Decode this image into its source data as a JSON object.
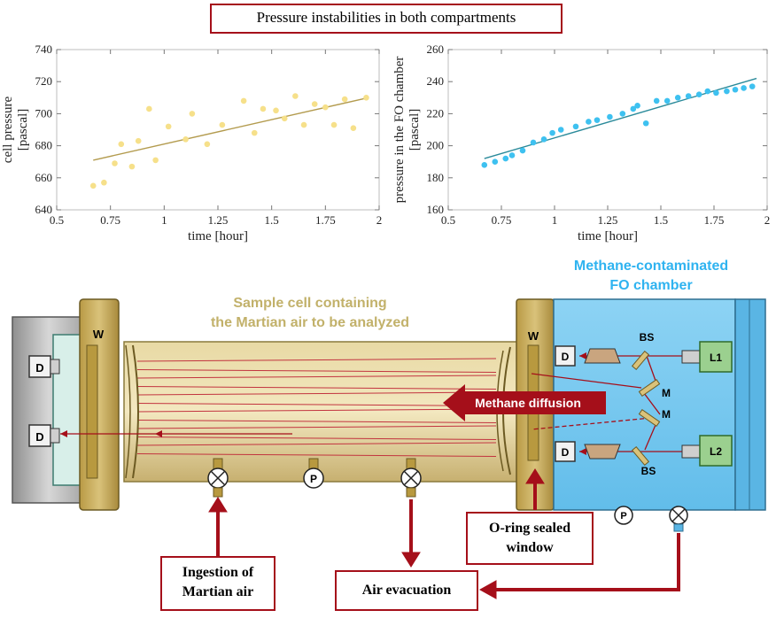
{
  "header": {
    "title": "Pressure instabilities in both compartments"
  },
  "charts": [
    {
      "type": "scatter",
      "ylabel_line1": "cell pressure",
      "ylabel_line2": "[pascal]",
      "xlabel": "time [hour]",
      "xlim": [
        0.5,
        2
      ],
      "ylim": [
        640,
        740
      ],
      "xticks": [
        0.5,
        0.75,
        1,
        1.25,
        1.5,
        1.75,
        2
      ],
      "xtick_labels": [
        "0.5",
        "0.75",
        "1",
        "1.25",
        "1.5",
        "1.75",
        "2"
      ],
      "yticks": [
        640,
        660,
        680,
        700,
        720,
        740
      ],
      "ytick_labels": [
        "640",
        "660",
        "680",
        "700",
        "720",
        "740"
      ],
      "point_color": "#f6e08a",
      "line_color": "#b39b4e",
      "fit": [
        [
          0.67,
          671
        ],
        [
          1.95,
          710
        ]
      ],
      "points": [
        [
          0.67,
          655
        ],
        [
          0.72,
          657
        ],
        [
          0.77,
          669
        ],
        [
          0.8,
          681
        ],
        [
          0.85,
          667
        ],
        [
          0.88,
          683
        ],
        [
          0.93,
          703
        ],
        [
          0.96,
          671
        ],
        [
          1.02,
          692
        ],
        [
          1.1,
          684
        ],
        [
          1.13,
          700
        ],
        [
          1.2,
          681
        ],
        [
          1.27,
          693
        ],
        [
          1.37,
          708
        ],
        [
          1.42,
          688
        ],
        [
          1.46,
          703
        ],
        [
          1.52,
          702
        ],
        [
          1.56,
          697
        ],
        [
          1.61,
          711
        ],
        [
          1.65,
          693
        ],
        [
          1.7,
          706
        ],
        [
          1.75,
          704
        ],
        [
          1.79,
          693
        ],
        [
          1.84,
          709
        ],
        [
          1.88,
          691
        ],
        [
          1.94,
          710
        ]
      ]
    },
    {
      "type": "scatter",
      "ylabel_line1": "pressure in the FO chamber",
      "ylabel_line2": "[pascal]",
      "xlabel": "time [hour]",
      "xlim": [
        0.5,
        2
      ],
      "ylim": [
        160,
        260
      ],
      "xticks": [
        0.5,
        0.75,
        1,
        1.25,
        1.5,
        1.75,
        2
      ],
      "xtick_labels": [
        "0.5",
        "0.75",
        "1",
        "1.25",
        "1.5",
        "1.75",
        "2"
      ],
      "yticks": [
        160,
        180,
        200,
        220,
        240,
        260
      ],
      "ytick_labels": [
        "160",
        "180",
        "200",
        "220",
        "240",
        "260"
      ],
      "point_color": "#3ec1f0",
      "line_color": "#2a8a9a",
      "fit": [
        [
          0.67,
          192
        ],
        [
          1.95,
          242
        ]
      ],
      "points": [
        [
          0.67,
          188
        ],
        [
          0.72,
          190
        ],
        [
          0.77,
          192
        ],
        [
          0.8,
          194
        ],
        [
          0.85,
          197
        ],
        [
          0.9,
          202
        ],
        [
          0.95,
          204
        ],
        [
          0.99,
          208
        ],
        [
          1.03,
          210
        ],
        [
          1.1,
          212
        ],
        [
          1.16,
          215
        ],
        [
          1.2,
          216
        ],
        [
          1.26,
          218
        ],
        [
          1.32,
          220
        ],
        [
          1.37,
          223
        ],
        [
          1.39,
          225
        ],
        [
          1.43,
          214
        ],
        [
          1.48,
          228
        ],
        [
          1.53,
          228
        ],
        [
          1.58,
          230
        ],
        [
          1.63,
          231
        ],
        [
          1.68,
          232
        ],
        [
          1.72,
          234
        ],
        [
          1.76,
          233
        ],
        [
          1.81,
          234
        ],
        [
          1.85,
          235
        ],
        [
          1.89,
          236
        ],
        [
          1.93,
          237
        ]
      ]
    }
  ],
  "diagram": {
    "sample_cell_title_line1": "Sample cell containing",
    "sample_cell_title_line2": "the Martian air to be analyzed",
    "fo_chamber_title_line1": "Methane-contaminated",
    "fo_chamber_title_line2": "FO chamber",
    "methane_diffusion": "Methane diffusion",
    "oring_line1": "O-ring sealed",
    "oring_line2": "window",
    "ingestion_line1": "Ingestion of",
    "ingestion_line2": "Martian air",
    "air_evacuation": "Air evacuation",
    "window_label": "W",
    "detector_label": "D",
    "pump_label": "P",
    "beamsplitter_label": "BS",
    "mirror_label": "M",
    "laser1_label": "L1",
    "laser2_label": "L2",
    "colors": {
      "accent_red": "#a50f1a",
      "gold": "#c2b16a",
      "fo_blue": "#78c9f0",
      "title_blue": "#2fb3f0"
    }
  }
}
